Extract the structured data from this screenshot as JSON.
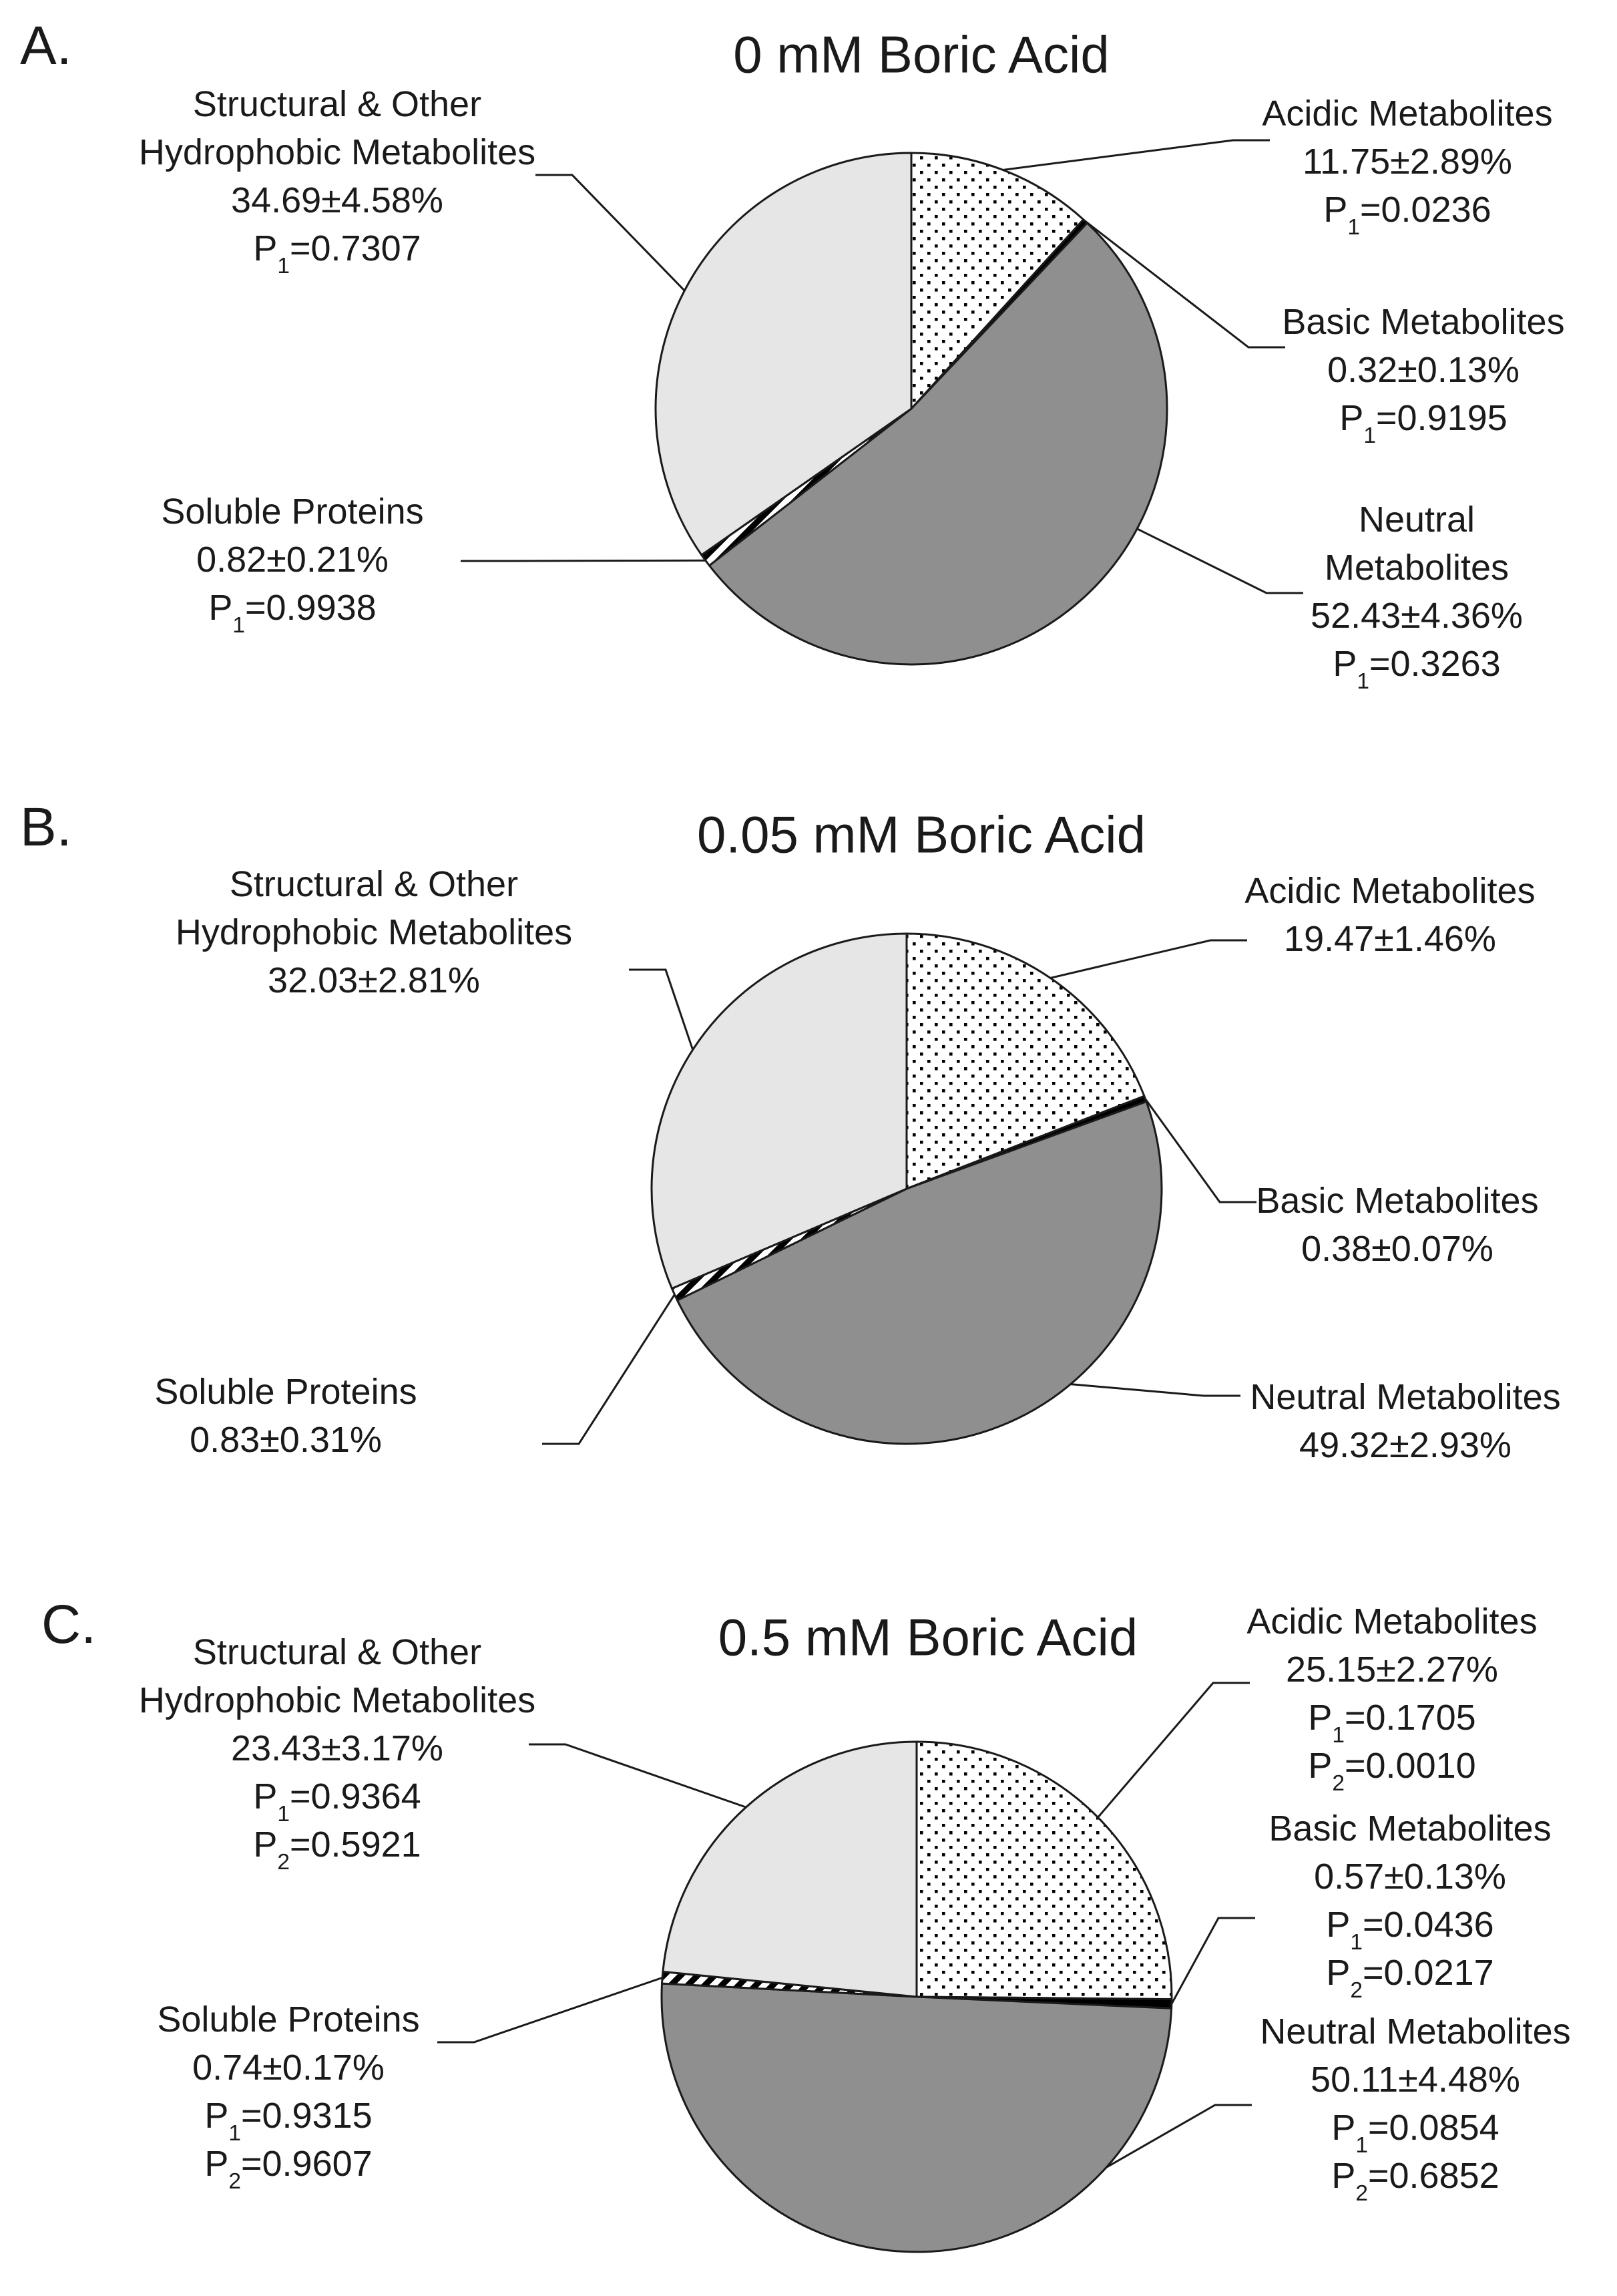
{
  "figure": {
    "background": "#ffffff",
    "description_visible_elements": "Three stacked pie charts labeled A, B, C with callout labels",
    "panel_letters": [
      "A.",
      "B.",
      "C."
    ]
  },
  "colors": {
    "background": "#ffffff",
    "text": "#1a1a1a",
    "outline": "#1a1a1a",
    "neutral_slice_gray": "#8f8f8f",
    "structural_slice_light_gray": "#e6e6e6",
    "basic_slice_black": "#000000",
    "pattern_dot_color": "#000000",
    "pattern_hatch_color": "#000000"
  },
  "chart_data": [
    {
      "type": "pie",
      "panel_label": "A.",
      "title": "0 mM Boric Acid",
      "start_angle": "12-o-clock",
      "direction": "clockwise",
      "legend_position": "callout-labels",
      "slices": [
        {
          "label": "Acidic Metabolites",
          "label_lines": [
            "Acidic Metabolites"
          ],
          "value_pct": 11.75,
          "sd_pct": 2.89,
          "value_display": "11.75±2.89%",
          "p_values": [
            "P1=0.0236"
          ],
          "fill": "dots"
        },
        {
          "label": "Basic Metabolites",
          "label_lines": [
            "Basic Metabolites"
          ],
          "value_pct": 0.32,
          "sd_pct": 0.13,
          "value_display": "0.32±0.13%",
          "p_values": [
            "P1=0.9195"
          ],
          "fill": "black"
        },
        {
          "label": "Neutral Metabolites",
          "label_lines": [
            "Neutral",
            "Metabolites"
          ],
          "value_pct": 52.43,
          "sd_pct": 4.36,
          "value_display": "52.43±4.36%",
          "p_values": [
            "P1=0.3263"
          ],
          "fill": "gray"
        },
        {
          "label": "Soluble Proteins",
          "label_lines": [
            "Soluble Proteins"
          ],
          "value_pct": 0.82,
          "sd_pct": 0.21,
          "value_display": "0.82±0.21%",
          "p_values": [
            "P1=0.9938"
          ],
          "fill": "hatch"
        },
        {
          "label": "Structural & Other Hydrophobic Metabolites",
          "label_lines": [
            "Structural & Other",
            "Hydrophobic Metabolites"
          ],
          "value_pct": 34.69,
          "sd_pct": 4.58,
          "value_display": "34.69±4.58%",
          "p_values": [
            "P1=0.7307"
          ],
          "fill": "lightgray"
        }
      ]
    },
    {
      "type": "pie",
      "panel_label": "B.",
      "title": "0.05 mM Boric Acid",
      "start_angle": "12-o-clock",
      "direction": "clockwise",
      "legend_position": "callout-labels",
      "slices": [
        {
          "label": "Acidic Metabolites",
          "label_lines": [
            "Acidic Metabolites"
          ],
          "value_pct": 19.47,
          "sd_pct": 1.46,
          "value_display": "19.47±1.46%",
          "p_values": [],
          "fill": "dots"
        },
        {
          "label": "Basic Metabolites",
          "label_lines": [
            "Basic Metabolites"
          ],
          "value_pct": 0.38,
          "sd_pct": 0.07,
          "value_display": "0.38±0.07%",
          "p_values": [],
          "fill": "black"
        },
        {
          "label": "Neutral Metabolites",
          "label_lines": [
            "Neutral Metabolites"
          ],
          "value_pct": 49.32,
          "sd_pct": 2.93,
          "value_display": "49.32±2.93%",
          "p_values": [],
          "fill": "gray"
        },
        {
          "label": "Soluble Proteins",
          "label_lines": [
            "Soluble Proteins"
          ],
          "value_pct": 0.83,
          "sd_pct": 0.31,
          "value_display": "0.83±0.31%",
          "p_values": [],
          "fill": "hatch"
        },
        {
          "label": "Structural & Other Hydrophobic Metabolites",
          "label_lines": [
            "Structural & Other",
            "Hydrophobic Metabolites"
          ],
          "value_pct": 32.03,
          "sd_pct": 2.81,
          "value_display": "32.03±2.81%",
          "p_values": [],
          "fill": "lightgray"
        }
      ]
    },
    {
      "type": "pie",
      "panel_label": "C.",
      "title": "0.5 mM Boric Acid",
      "start_angle": "12-o-clock",
      "direction": "clockwise",
      "legend_position": "callout-labels",
      "slices": [
        {
          "label": "Acidic Metabolites",
          "label_lines": [
            "Acidic Metabolites"
          ],
          "value_pct": 25.15,
          "sd_pct": 2.27,
          "value_display": "25.15±2.27%",
          "p_values": [
            "P1=0.1705",
            "P2=0.0010"
          ],
          "fill": "dots"
        },
        {
          "label": "Basic Metabolites",
          "label_lines": [
            "Basic Metabolites"
          ],
          "value_pct": 0.57,
          "sd_pct": 0.13,
          "value_display": "0.57±0.13%",
          "p_values": [
            "P1=0.0436",
            "P2=0.0217"
          ],
          "fill": "black"
        },
        {
          "label": "Neutral Metabolites",
          "label_lines": [
            "Neutral Metabolites"
          ],
          "value_pct": 50.11,
          "sd_pct": 4.48,
          "value_display": "50.11±4.48%",
          "p_values": [
            "P1=0.0854",
            "P2=0.6852"
          ],
          "fill": "gray"
        },
        {
          "label": "Soluble Proteins",
          "label_lines": [
            "Soluble Proteins"
          ],
          "value_pct": 0.74,
          "sd_pct": 0.17,
          "value_display": "0.74±0.17%",
          "p_values": [
            "P1=0.9315",
            "P2=0.9607"
          ],
          "fill": "hatch"
        },
        {
          "label": "Structural & Other Hydrophobic Metabolites",
          "label_lines": [
            "Structural & Other",
            "Hydrophobic Metabolites"
          ],
          "value_pct": 23.43,
          "sd_pct": 3.17,
          "value_display": "23.43±3.17%",
          "p_values": [
            "P1=0.9364",
            "P2=0.5921"
          ],
          "fill": "lightgray"
        }
      ]
    }
  ]
}
